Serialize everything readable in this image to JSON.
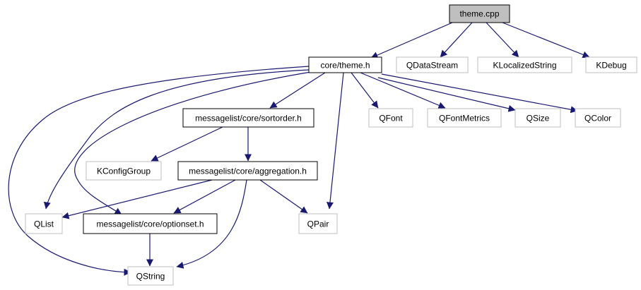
{
  "graph": {
    "nodes": {
      "theme_cpp": {
        "label": "theme.cpp",
        "kind": "root"
      },
      "core_theme_h": {
        "label": "core/theme.h",
        "kind": "documented"
      },
      "QDataStream": {
        "label": "QDataStream",
        "kind": "external"
      },
      "KLocalizedString": {
        "label": "KLocalizedString",
        "kind": "external"
      },
      "KDebug": {
        "label": "KDebug",
        "kind": "external"
      },
      "sortorder_h": {
        "label": "messagelist/core/sortorder.h",
        "kind": "documented"
      },
      "QFont": {
        "label": "QFont",
        "kind": "external"
      },
      "QFontMetrics": {
        "label": "QFontMetrics",
        "kind": "external"
      },
      "QSize": {
        "label": "QSize",
        "kind": "external"
      },
      "QColor": {
        "label": "QColor",
        "kind": "external"
      },
      "KConfigGroup": {
        "label": "KConfigGroup",
        "kind": "external"
      },
      "aggregation_h": {
        "label": "messagelist/core/aggregation.h",
        "kind": "documented"
      },
      "QList": {
        "label": "QList",
        "kind": "external"
      },
      "optionset_h": {
        "label": "messagelist/core/optionset.h",
        "kind": "documented"
      },
      "QPair": {
        "label": "QPair",
        "kind": "external"
      },
      "QString": {
        "label": "QString",
        "kind": "external"
      }
    },
    "edges": [
      [
        "theme_cpp",
        "core_theme_h"
      ],
      [
        "theme_cpp",
        "QDataStream"
      ],
      [
        "theme_cpp",
        "KLocalizedString"
      ],
      [
        "theme_cpp",
        "KDebug"
      ],
      [
        "core_theme_h",
        "sortorder_h"
      ],
      [
        "core_theme_h",
        "QFont"
      ],
      [
        "core_theme_h",
        "QFontMetrics"
      ],
      [
        "core_theme_h",
        "QSize"
      ],
      [
        "core_theme_h",
        "QColor"
      ],
      [
        "core_theme_h",
        "QList"
      ],
      [
        "core_theme_h",
        "optionset_h"
      ],
      [
        "core_theme_h",
        "QPair"
      ],
      [
        "core_theme_h",
        "QString"
      ],
      [
        "sortorder_h",
        "KConfigGroup"
      ],
      [
        "sortorder_h",
        "aggregation_h"
      ],
      [
        "aggregation_h",
        "QList"
      ],
      [
        "aggregation_h",
        "optionset_h"
      ],
      [
        "aggregation_h",
        "QPair"
      ],
      [
        "aggregation_h",
        "QString"
      ],
      [
        "optionset_h",
        "QString"
      ]
    ],
    "colors": {
      "edge": "#191970",
      "root_fill": "#bfbfbf",
      "documented_border": "#000000",
      "external_border": "#bfbfbf",
      "text": "#000000"
    }
  }
}
